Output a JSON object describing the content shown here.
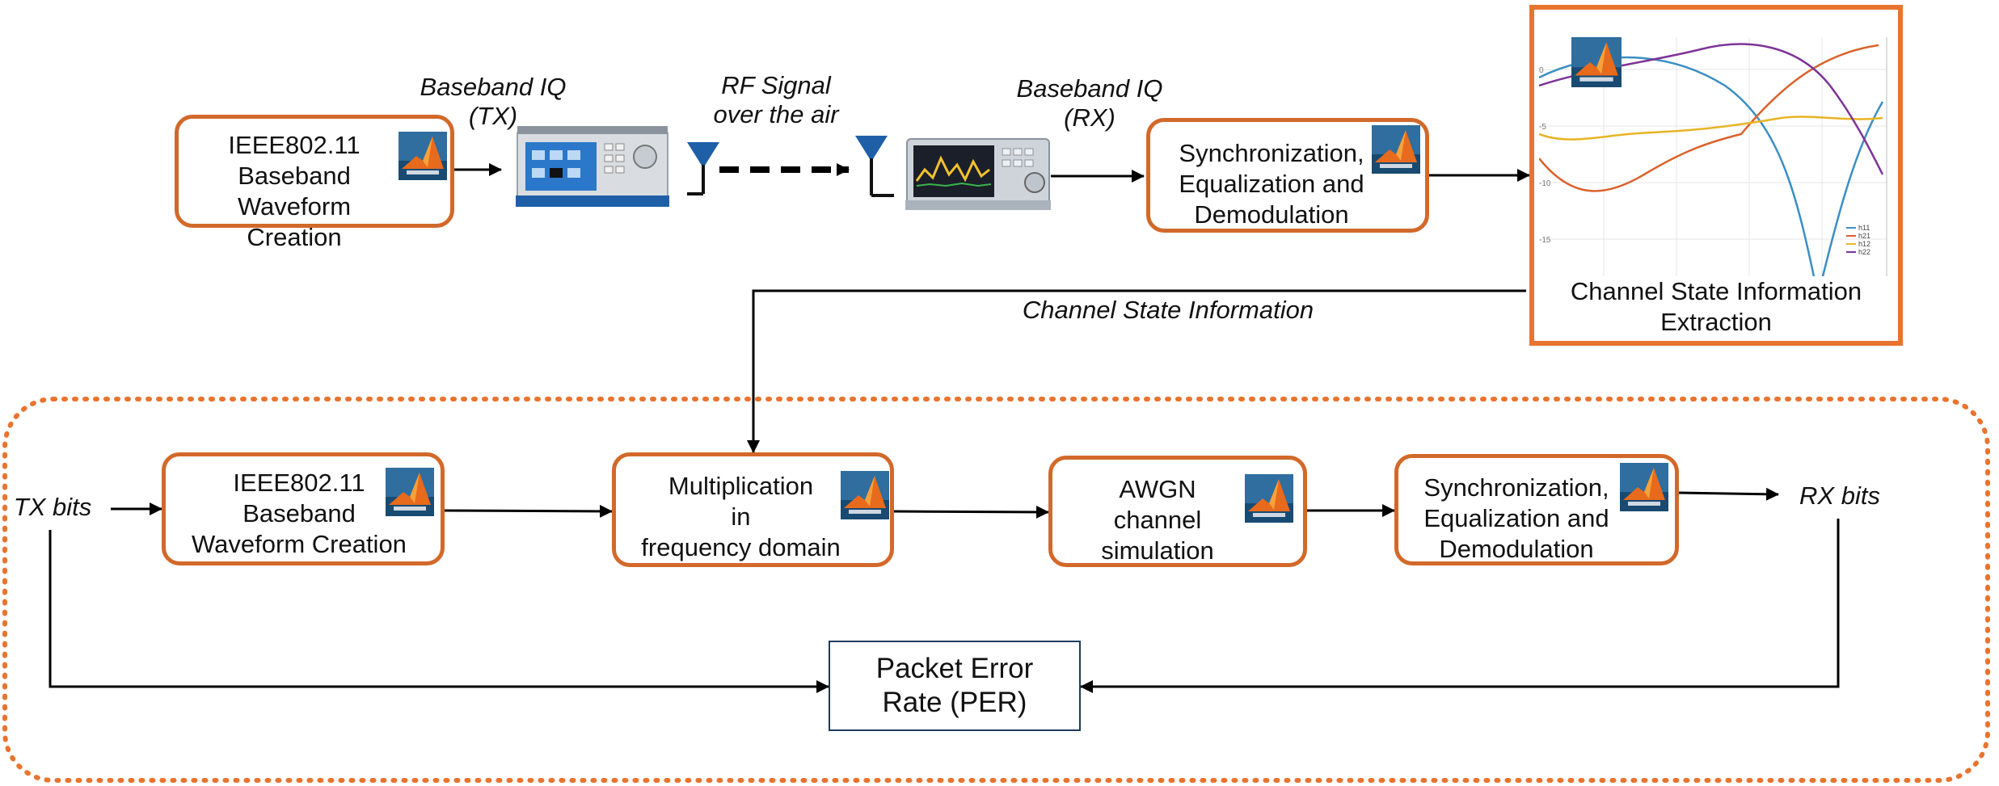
{
  "colors": {
    "box_border": "#d2692a",
    "dotted_region": "#e8742f",
    "arrow": "#000000",
    "per_border": "#1f3c5a"
  },
  "top_row": {
    "waveform_box": "IEEE802.11\nBaseband\nWaveform Creation",
    "tx_iq_label": "Baseband IQ\n(TX)",
    "rf_label": "RF Signal\nover the air",
    "rx_iq_label": "Baseband IQ\n(RX)",
    "sync_box": "Synchronization,\nEqualization and\nDemodulation",
    "csi_box": "Channel State Information\nExtraction"
  },
  "csi_arrow_label": "Channel State Information",
  "bottom_row": {
    "tx_bits": "TX bits",
    "waveform_box": "IEEE802.11\nBaseband\nWaveform Creation",
    "multiply_box": "Multiplication\nin\nfrequency domain",
    "awgn_box": "AWGN\nchannel\nsimulation",
    "sync_box": "Synchronization,\nEqualization and\nDemodulation",
    "rx_bits": "RX bits",
    "per_box": "Packet Error\nRate (PER)"
  },
  "icons": {
    "matlab_logo": "matlab-logo-icon",
    "signal_generator": "signal-generator-icon",
    "signal_analyzer": "signal-analyzer-icon",
    "antenna": "antenna-icon"
  },
  "csi_plot": {
    "legend": [
      "h11",
      "h21",
      "h12",
      "h22"
    ],
    "series_colors": [
      "#3b8fc4",
      "#d9622b",
      "#e8b424",
      "#7e3396"
    ]
  }
}
